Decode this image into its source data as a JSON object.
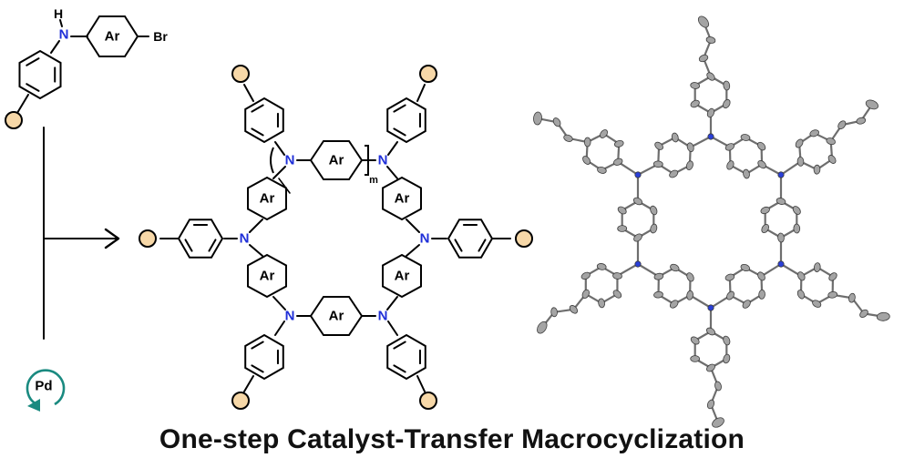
{
  "title": "One-step Catalyst-Transfer Macrocyclization",
  "monomer": {
    "nh_h": "H",
    "nh_n": "N",
    "ring_label": "Ar",
    "halogen": "Br"
  },
  "catalyst": {
    "label": "Pd"
  },
  "macrocycle": {
    "ring_label": "Ar",
    "amine_label": "N",
    "repeat_subscript": "m"
  },
  "colors": {
    "nitrogen": "#1f2fd8",
    "end_group": "#f7d8a8",
    "catalyst": "#1a8a80",
    "crystal_atom": "#a4a4a4",
    "crystal_n": "#2a3fd8"
  },
  "icons": [
    "reaction-arrow",
    "catalyst-cycle-icon",
    "crystal-structure"
  ]
}
